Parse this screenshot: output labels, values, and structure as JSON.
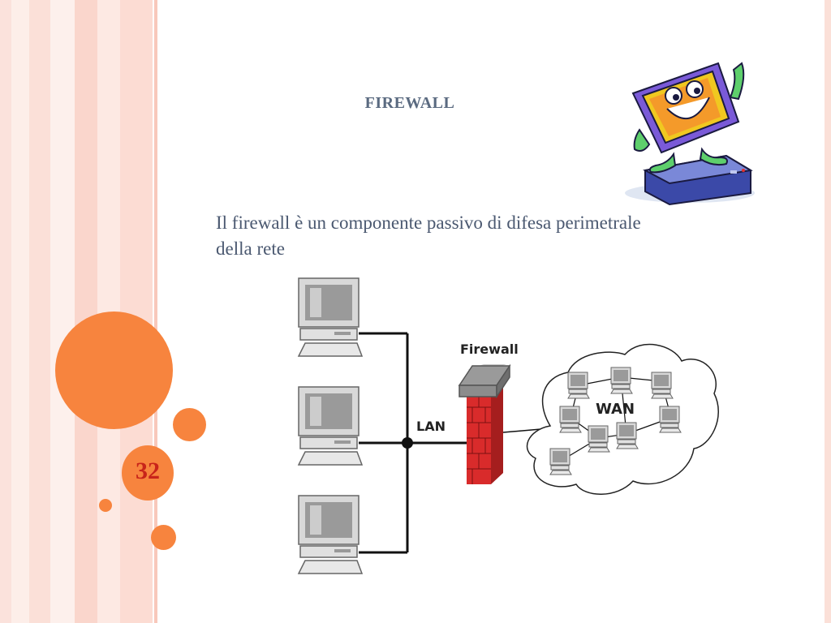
{
  "slide": {
    "title": "FIREWALL",
    "text": "Il firewall è un componente passivo di difesa perimetrale della rete",
    "number": "32"
  },
  "diagram": {
    "firewall_label": "Firewall",
    "lan_label": "LAN",
    "wan_label": "WAN"
  },
  "colors": {
    "accent": "#f7843e",
    "title": "#5a6a80",
    "text": "#4a5870",
    "number": "#c8241a",
    "brick": "#d92b2b"
  },
  "icons": [
    "computer-icon",
    "firewall-wall-icon",
    "cartoon-computer-mascot"
  ]
}
